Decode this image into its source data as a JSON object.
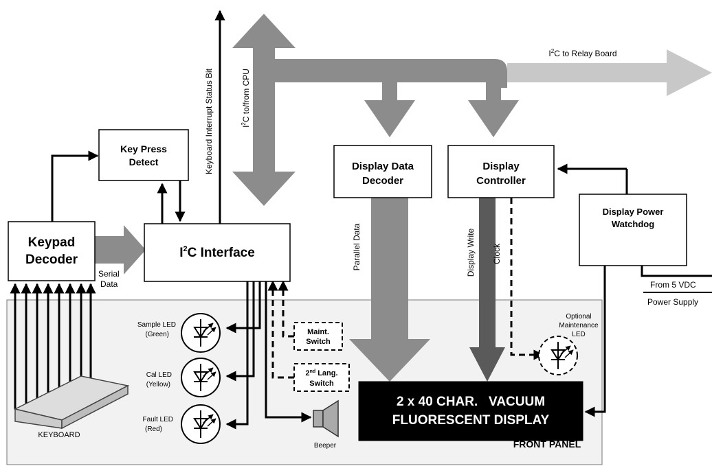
{
  "colors": {
    "bus_arrow": "#8c8c8c",
    "relay_arrow": "#c8c8c8",
    "display_write": "#5a5a5a",
    "panel_fill": "#f2f2f2",
    "display_fill": "#000000"
  },
  "blocks": {
    "keypad_decoder": [
      "Keypad",
      "Decoder"
    ],
    "key_press_detect": [
      "Key Press",
      "Detect"
    ],
    "i2c_interface": {
      "pre": "I",
      "sup": "2",
      "post": "C Interface"
    },
    "display_data_decoder": [
      "Display Data",
      "Decoder"
    ],
    "display_controller": [
      "Display",
      "Controller"
    ],
    "display_power_watchdog": [
      "Display Power",
      "Watchdog"
    ],
    "vfd": [
      "2 x 40 CHAR.   VACUUM",
      "FLUORESCENT DISPLAY"
    ]
  },
  "labels": {
    "i2c_cpu": {
      "pre": "I",
      "sup": "2",
      "post": "C to/from CPU"
    },
    "i2c_relay": {
      "pre": "I",
      "sup": "2",
      "post": "C to Relay Board"
    },
    "keyboard_interrupt": "Keyboard Interrupt Status Bit",
    "serial_data": [
      "Serial",
      "Data"
    ],
    "parallel_data": "Parallel Data",
    "display_write": "Display Write",
    "clock": "Clock",
    "from_5vdc": "From 5 VDC",
    "power_supply": "Power Supply",
    "optional_maint_led": [
      "Optional",
      "Maintenance",
      "LED"
    ],
    "maint_switch": [
      "Maint.",
      "Switch"
    ],
    "lang_switch": {
      "l1_pre": "2",
      "l1_sup": "nd",
      "l1_post": " Lang.",
      "l2": "Switch"
    },
    "sample_led": [
      "Sample LED",
      "(Green)"
    ],
    "cal_led": [
      "Cal LED",
      "(Yellow)"
    ],
    "fault_led": [
      "Fault LED",
      "(Red)"
    ],
    "keyboard": "KEYBOARD",
    "beeper": "Beeper",
    "front_panel": "FRONT PANEL"
  }
}
